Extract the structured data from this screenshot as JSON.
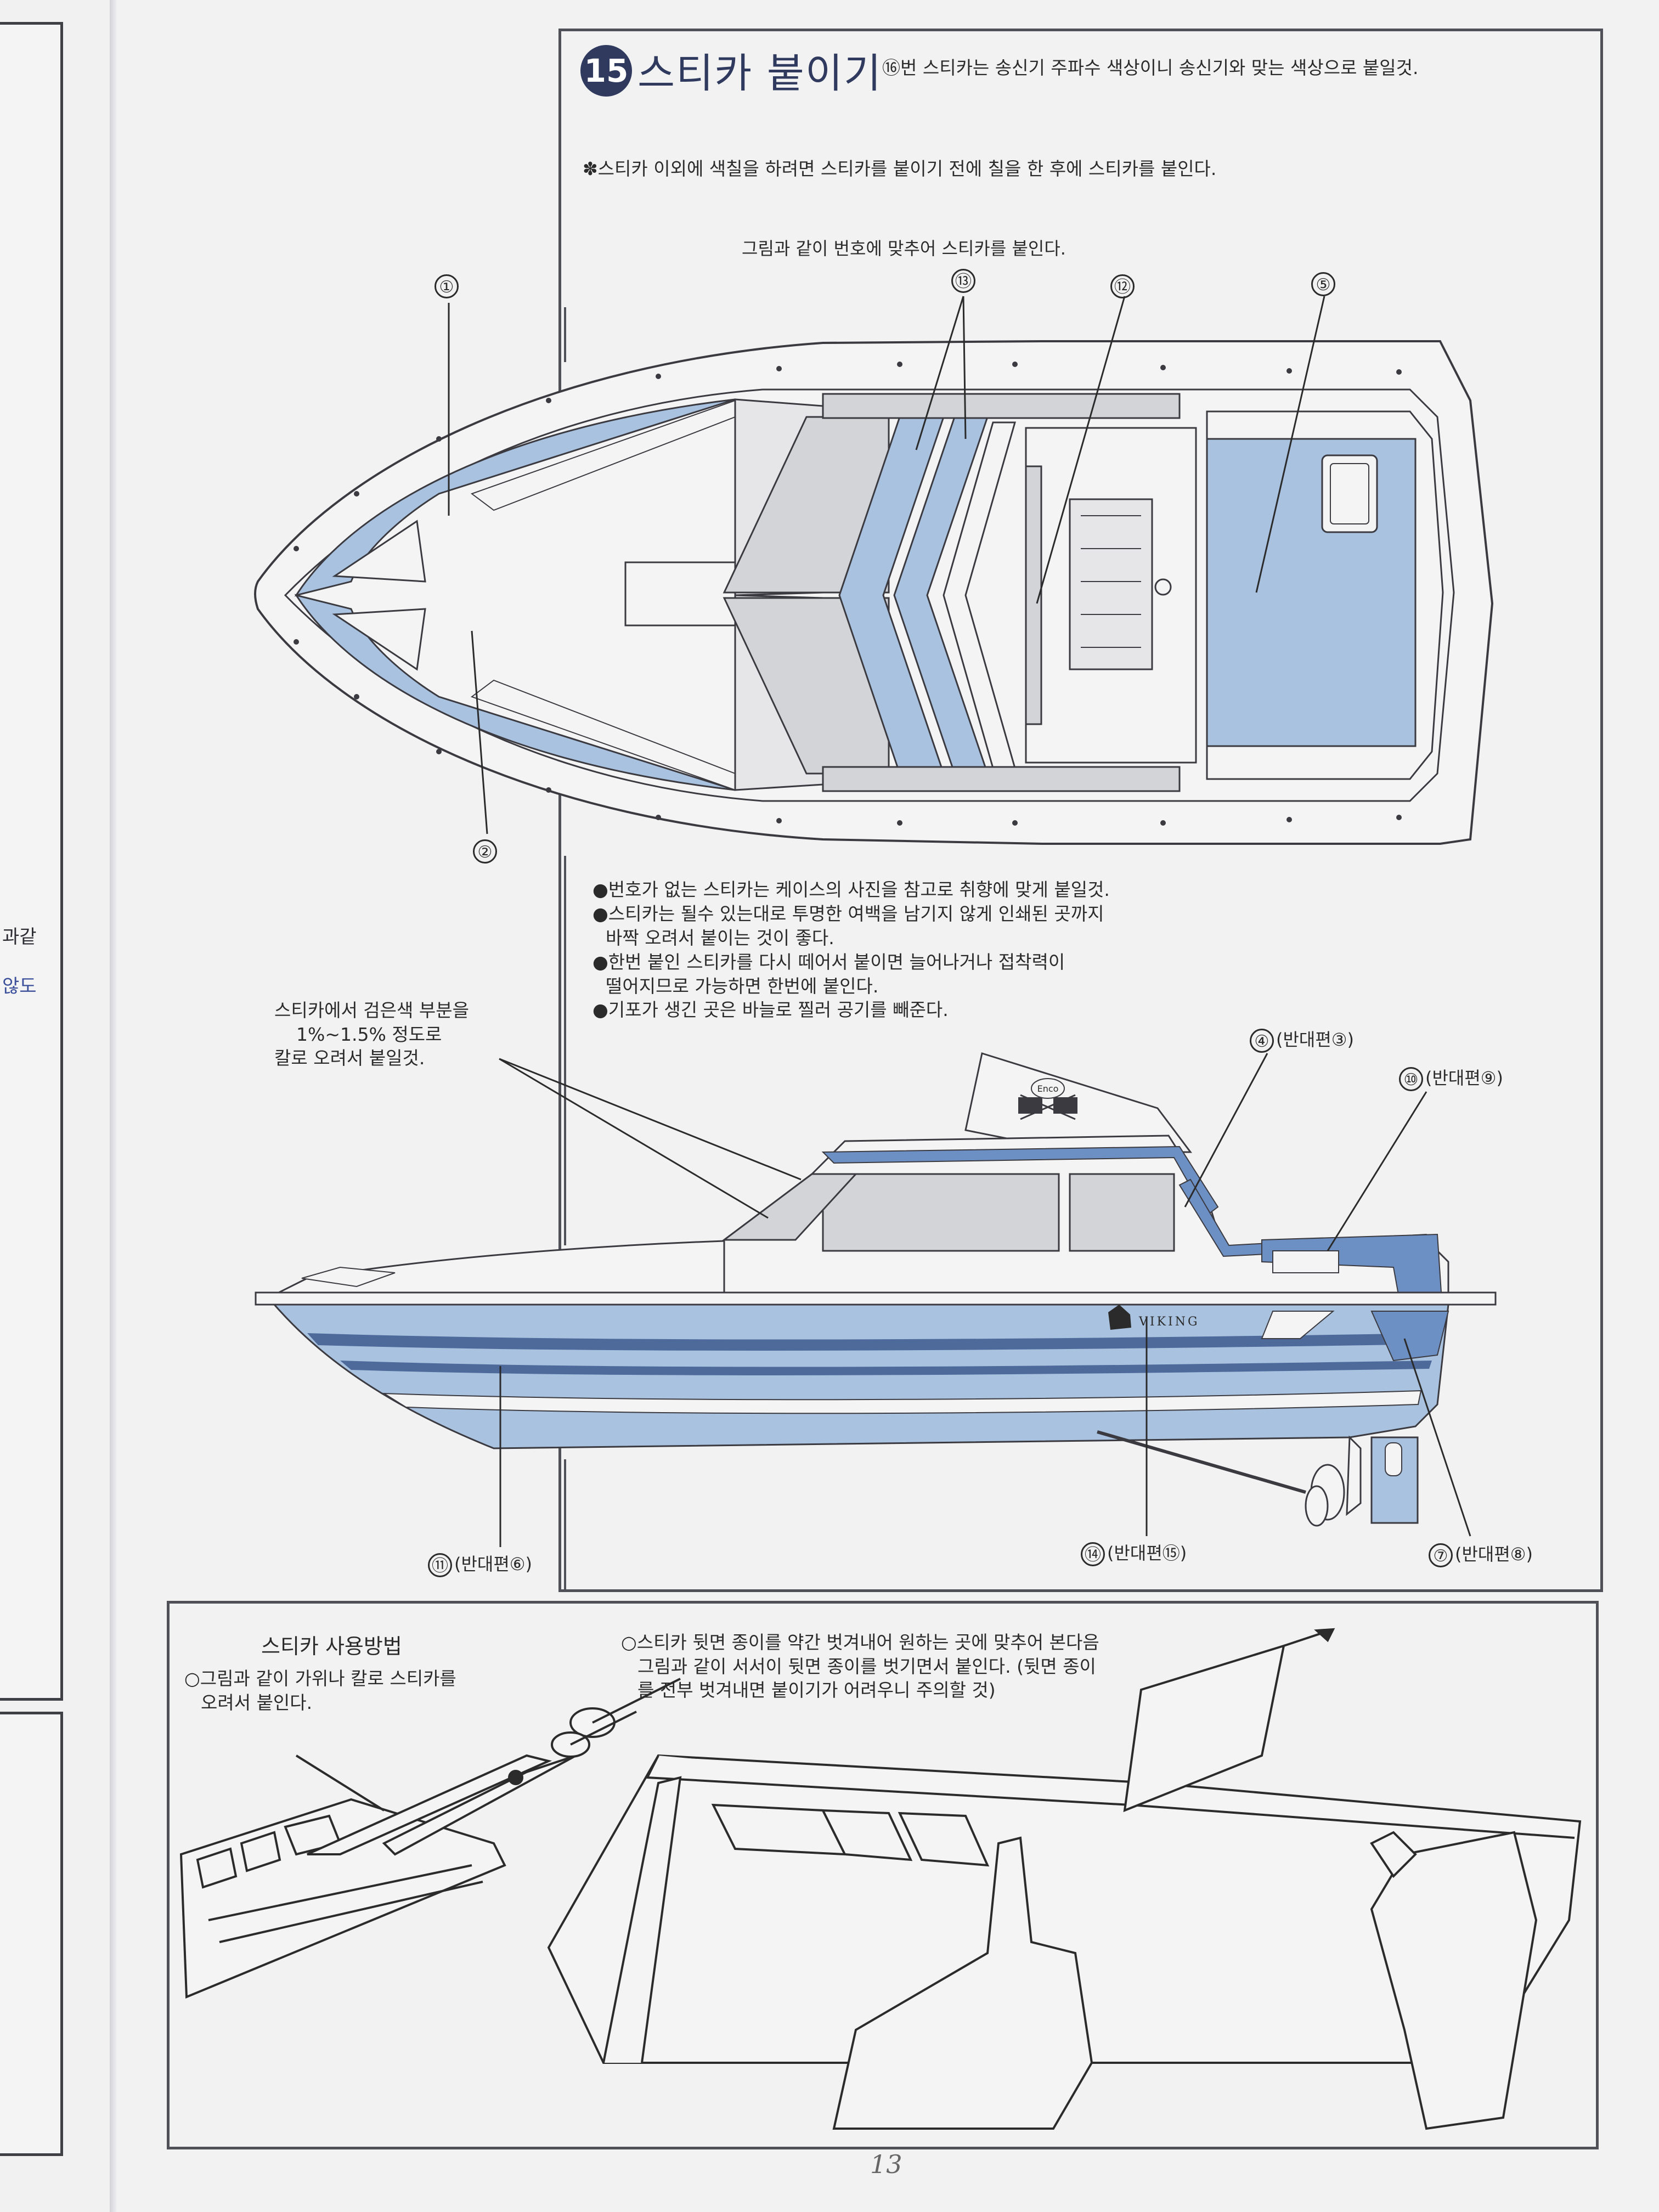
{
  "prev_page": {
    "text_1": "과같",
    "text_2": "않도"
  },
  "step": {
    "number": "15",
    "title": "스티카 붙이기",
    "header_note": "⑯번 스티카는 송신기 주파수 색상이니 송신기와 맞는 색상으로 붙일것.",
    "paint_note": "✽스티카 이외에 색칠을 하려면 스티카를 붙이기 전에 칠을 한 후에 스티카를 붙인다.",
    "match_note": "그림과 같이 번호에 맞추어 스티카를 붙인다."
  },
  "top_view": {
    "callouts": [
      "①",
      "②",
      "⑬",
      "⑫",
      "⑤"
    ]
  },
  "notes": [
    "●번호가 없는 스티카는 케이스의 사진을 참고로 취향에 맞게 붙일것.",
    "●스티카는 될수 있는대로 투명한 여백을 남기지 않게 인쇄된 곳까지",
    "  바짝 오려서 붙이는 것이 좋다.",
    "●한번 붙인 스티카를 다시 떼어서 붙이면 늘어나거나 접착력이",
    "  떨어지므로 가능하면 한번에 붙인다.",
    "●기포가 생긴 곳은 바늘로 찔러 공기를 빼준다."
  ],
  "side_note": [
    "스티카에서 검은색 부분을",
    "1%~1.5% 정도로",
    "칼로 오려서 붙일것."
  ],
  "side_view": {
    "brand_text": "VIKING",
    "flag_text": "Enco",
    "callouts": [
      {
        "num": "④",
        "label": "(반대편③)"
      },
      {
        "num": "⑩",
        "label": "(반대편⑨)"
      },
      {
        "num": "⑪",
        "label": "(반대편⑥)"
      },
      {
        "num": "⑭",
        "label": "(반대편⑮)"
      },
      {
        "num": "⑦",
        "label": "(반대편⑧)"
      }
    ]
  },
  "howto": {
    "title": "스티카 사용방법",
    "left_text": [
      "○그림과 같이 가위나 칼로 스티카를",
      "오려서 붙인다."
    ],
    "right_text": [
      "○스티카 뒷면 종이를 약간 벗겨내어 원하는 곳에 맞추어 본다음",
      "그림과 같이 서서이 뒷면 종이를 벗기면서 붙인다. (뒷면 종이",
      "를 전부 벗겨내면 붙이기가 어려우니 주의할 것)"
    ]
  },
  "page_number": "13",
  "colors": {
    "sticker_blue": "#a9c2e0",
    "stripe_blue": "#6c8fc4",
    "deck_gray": "#d2d4d8",
    "ink": "#2b2b2b"
  }
}
